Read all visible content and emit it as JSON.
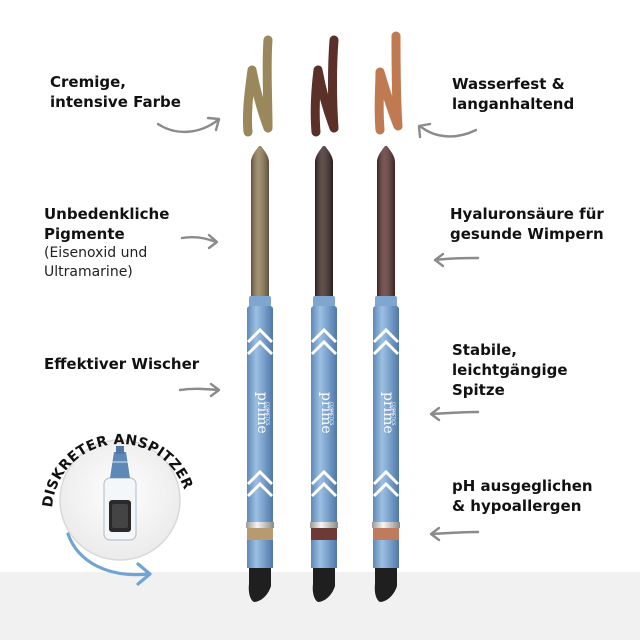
{
  "features_left": {
    "creamy": [
      "Cremige,",
      "intensive Farbe"
    ],
    "pigments": [
      "Unbedenkliche",
      "Pigmente"
    ],
    "pigments_note": [
      "(Eisenoxid und",
      "Ultramarine)"
    ],
    "wiper": [
      "Effektiver Wischer"
    ]
  },
  "features_right": {
    "waterproof": [
      "Wasserfest &",
      "langanhaltend"
    ],
    "hyaluron": [
      "Hyaluronsäure für",
      "gesunde Wimpern"
    ],
    "tip": [
      "Stabile,",
      "leichtgängige",
      "Spitze"
    ],
    "ph": [
      "pH ausgeglichen",
      "& hypoallergen"
    ]
  },
  "sharpener": {
    "label": "DISKRETER ANSPITZER"
  },
  "brand": {
    "name": "prime",
    "tagline": "COSMETICS"
  },
  "pencils": [
    {
      "name": "olive-brown",
      "lead": "#8f7a55",
      "swatch": "#9a875c",
      "band": "#b89a72"
    },
    {
      "name": "dark-brown",
      "lead": "#3e2a27",
      "swatch": "#5a3029",
      "band": "#6e3a38"
    },
    {
      "name": "copper-brown",
      "lead": "#5c3431",
      "swatch": "#c07a52",
      "band": "#c07a5e"
    }
  ],
  "colors": {
    "barrel": "#7fa6cf",
    "barrel_dark": "#5e88b6",
    "arrow": "#8b8b8b",
    "curve_arrow": "#6fa4d4"
  }
}
